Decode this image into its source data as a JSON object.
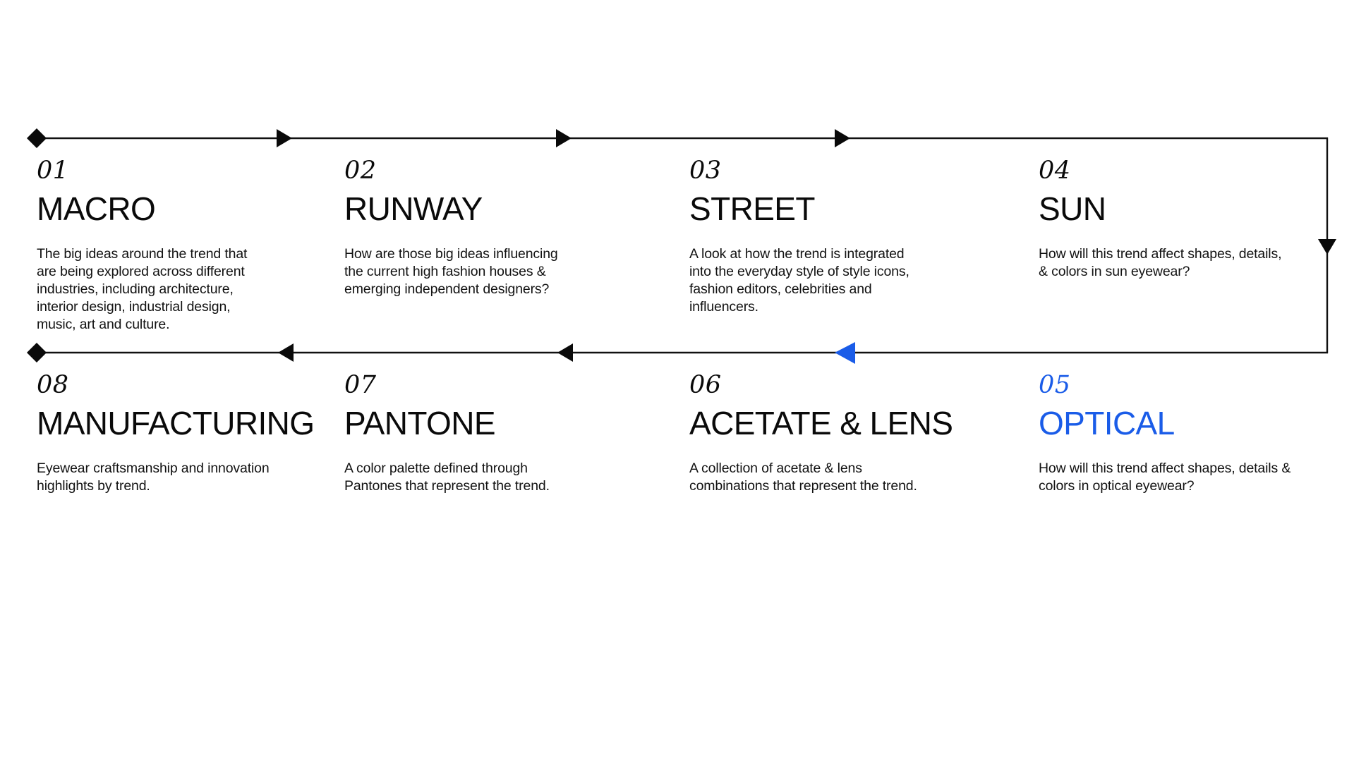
{
  "theme": {
    "background": "#ffffff",
    "ink": "#0a0a0a",
    "body_ink": "#121212",
    "accent": "#1a5ce8",
    "line": "#111111"
  },
  "diagram": {
    "type": "process-flow",
    "orientation": "serpentine",
    "rows": 2,
    "columns_per_row": 4,
    "markers": {
      "row_start": "diamond",
      "step": "arrow-right",
      "return": "arrow-down",
      "row2_step": "arrow-left",
      "highlight": "arrow-left-accent"
    }
  },
  "steps": {
    "top": [
      {
        "number": "01",
        "title": "MACRO",
        "description": "The big ideas around the trend that are being explored across different industries, including architecture, interior design, industrial design, music, art and culture.",
        "marker": "diamond",
        "accent": false
      },
      {
        "number": "02",
        "title": "RUNWAY",
        "description": "How are those big ideas influencing the current high fashion houses & emerging independent designers?",
        "marker": "arrow-right",
        "accent": false
      },
      {
        "number": "03",
        "title": "STREET",
        "description": "A look at how the trend is integrated into the everyday style of style icons, fashion editors, celebrities and influencers.",
        "marker": "arrow-right",
        "accent": false
      },
      {
        "number": "04",
        "title": "SUN",
        "description": "How will this trend affect shapes, details, & colors in sun eyewear?",
        "marker": "arrow-right",
        "accent": false
      }
    ],
    "bottom": [
      {
        "number": "08",
        "title": "MANUFACTURING",
        "description": "Eyewear craftsmanship and innovation highlights by trend.",
        "marker": "diamond",
        "accent": false
      },
      {
        "number": "07",
        "title": "PANTONE",
        "description": "A color palette defined through Pantones that represent the trend.",
        "marker": "arrow-left",
        "accent": false
      },
      {
        "number": "06",
        "title": "ACETATE & LENS",
        "description": "A collection of acetate & lens combinations that represent the trend.",
        "marker": "arrow-left",
        "accent": false
      },
      {
        "number": "05",
        "title": "OPTICAL",
        "description": "How will this trend affect shapes, details & colors in optical eyewear?",
        "marker": "arrow-left-accent",
        "accent": true
      }
    ]
  }
}
